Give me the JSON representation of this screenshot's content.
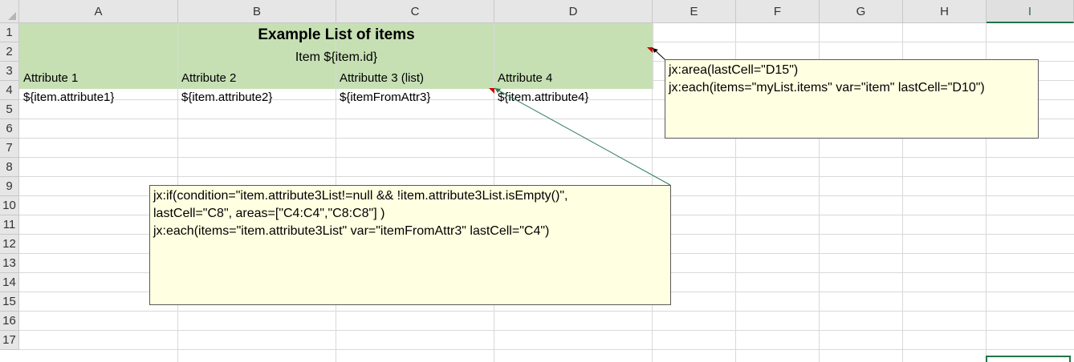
{
  "columns": [
    "A",
    "B",
    "C",
    "D",
    "E",
    "F",
    "G",
    "H",
    "I"
  ],
  "rows": [
    "1",
    "2",
    "3",
    "4",
    "5",
    "6",
    "7",
    "8",
    "9",
    "10",
    "11",
    "12",
    "13",
    "14",
    "15",
    "16",
    "17"
  ],
  "cells": {
    "title": "Example List of items",
    "subtitle": "Item ${item.id}",
    "headers": [
      "Attribute 1",
      "Attribute 2",
      "Attributte 3 (list)",
      "Attribute 4"
    ],
    "values": [
      "${item.attribute1}",
      "${item.attribute2}",
      "${itemFromAttr3}",
      "${item.attribute4}"
    ]
  },
  "comments": {
    "d2": {
      "lines": [
        "jx:area(lastCell=\"D15\")",
        "jx:each(items=\"myList.items\" var=\"item\" lastCell=\"D10\")"
      ]
    },
    "c4": {
      "lines": [
        "jx:if(condition=\"item.attribute3List!=null && !item.attribute3List.isEmpty()\",",
        "lastCell=\"C8\", areas=[\"C4:C4\",\"C8:C8\"] )",
        "jx:each(items=\"item.attribute3List\" var=\"itemFromAttr3\" lastCell=\"C4\")"
      ]
    }
  },
  "selected_column": "I",
  "colors": {
    "header_fill": "#c6e0b4",
    "comment_fill": "#ffffe1",
    "selection": "#217346",
    "marker": "#d00000"
  }
}
